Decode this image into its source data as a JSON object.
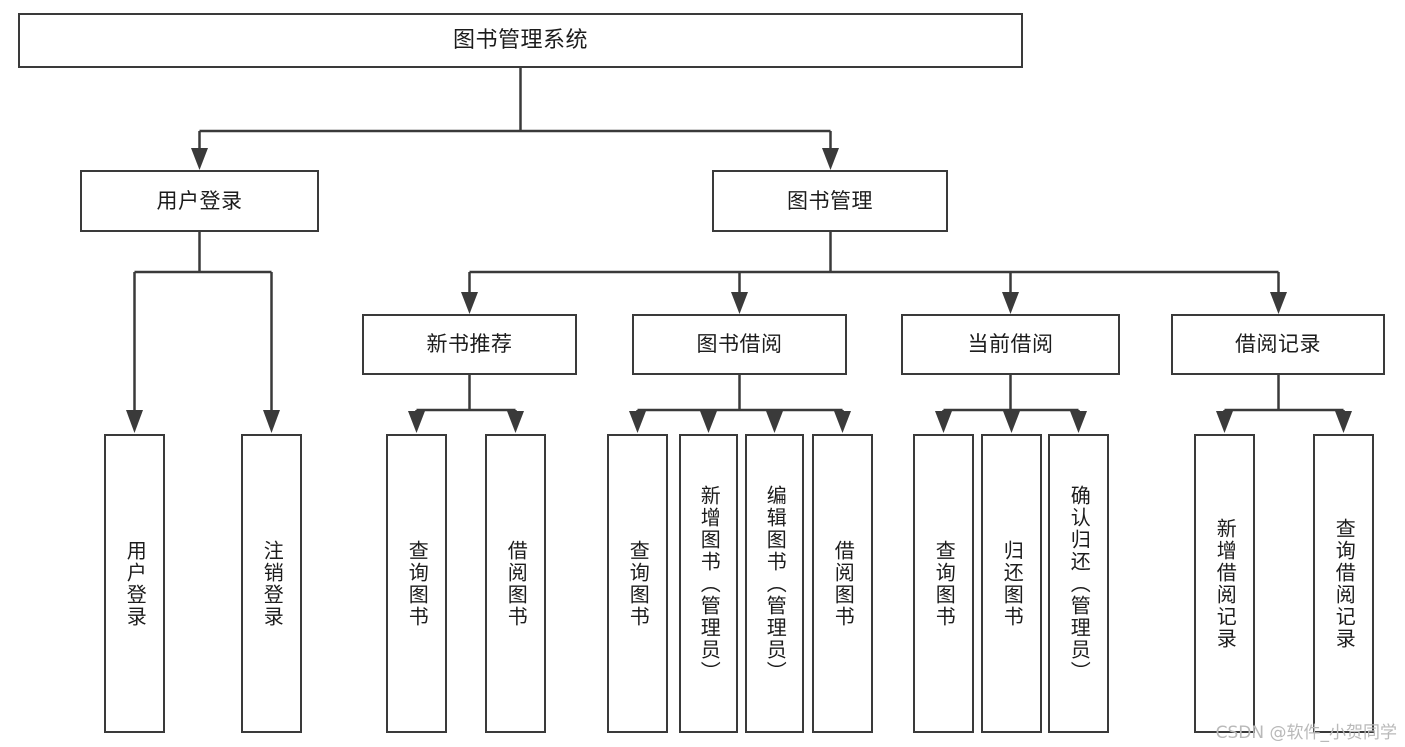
{
  "diagram": {
    "type": "tree",
    "title": "图书管理系统",
    "orientation": "top-down",
    "colors": {
      "box_border": "#3a3a3a",
      "box_fill": "#ffffff",
      "connector": "#3a3a3a",
      "text": "#1c1c1c",
      "watermark": "#b9b9b9",
      "background": "#ffffff"
    }
  },
  "root": {
    "label": "图书管理系统"
  },
  "level2": [
    {
      "label": "用户登录"
    },
    {
      "label": "图书管理"
    }
  ],
  "level3": [
    {
      "label": "新书推荐"
    },
    {
      "label": "图书借阅"
    },
    {
      "label": "当前借阅"
    },
    {
      "label": "借阅记录"
    }
  ],
  "leaves": {
    "user_login": [
      {
        "label": "用户登录"
      },
      {
        "label": "注销登录"
      }
    ],
    "new_book_recommend": [
      {
        "label": "查询图书"
      },
      {
        "label": "借阅图书"
      }
    ],
    "book_borrow": [
      {
        "label": "查询图书"
      },
      {
        "label": "新增图书（管理员）"
      },
      {
        "label": "编辑图书（管理员）"
      },
      {
        "label": "借阅图书"
      }
    ],
    "current_borrow": [
      {
        "label": "查询图书"
      },
      {
        "label": "归还图书"
      },
      {
        "label": "确认归还（管理员）"
      }
    ],
    "borrow_record": [
      {
        "label": "新增借阅记录"
      },
      {
        "label": "查询借阅记录"
      }
    ]
  },
  "watermark": {
    "text": "CSDN @软件_小贺同学"
  }
}
